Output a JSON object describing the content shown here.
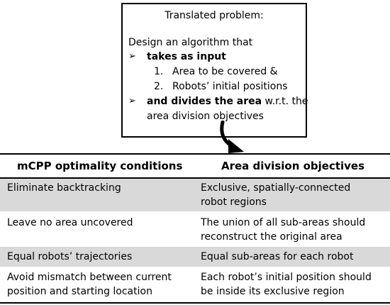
{
  "problem": {
    "title": "Translated problem:",
    "intro": "Design an algorithm that",
    "bullet1_bold": "takes as input",
    "items": [
      {
        "num": "1.",
        "text": "Area to be covered &"
      },
      {
        "num": "2.",
        "text": "Robots’ initial positions"
      }
    ],
    "bullet2_bold": "and divides the area",
    "bullet2_rest": " w.r.t. the",
    "bullet2_line2": "area division objectives",
    "bullet_symbol": "➢"
  },
  "table": {
    "header_left": "mCPP optimality conditions",
    "header_right": "Area division objectives",
    "rows": [
      {
        "left": [
          "Eliminate backtracking"
        ],
        "right": [
          "Exclusive, spatially-connected",
          "robot regions"
        ],
        "shaded": true
      },
      {
        "left": [
          "Leave no area uncovered"
        ],
        "right": [
          "The union of all sub-areas should",
          "reconstruct the original area"
        ],
        "shaded": false
      },
      {
        "left": [
          "Equal robots’ trajectories"
        ],
        "right": [
          "Equal sub-areas for each robot"
        ],
        "shaded": true
      },
      {
        "left": [
          "Avoid mismatch between current",
          "position and starting location"
        ],
        "right": [
          "Each robot’s initial position should",
          "be inside its exclusive region"
        ],
        "shaded": false
      }
    ],
    "shade_color": "#d9d9d9"
  }
}
